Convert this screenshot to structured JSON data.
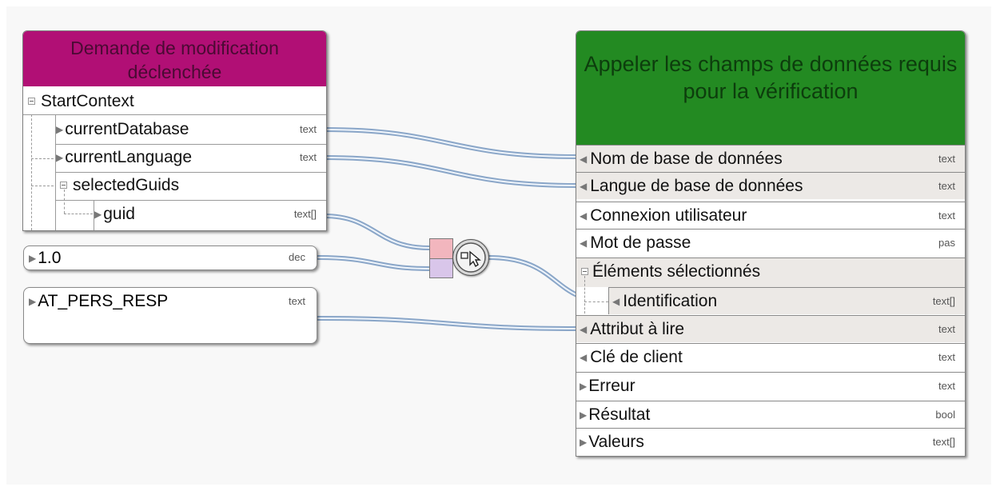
{
  "start_node": {
    "title": "Demande de modification déclenchée",
    "header_color": "#b10f75",
    "context": "StartContext",
    "fields": [
      {
        "label": "currentDatabase",
        "type": "text"
      },
      {
        "label": "currentLanguage",
        "type": "text"
      },
      {
        "label": "selectedGuids",
        "type": ""
      },
      {
        "label": "guid",
        "type": "text[]"
      }
    ]
  },
  "constants": [
    {
      "value": "1.0",
      "type": "dec"
    },
    {
      "value": "AT_PERS_RESP",
      "type": "text"
    }
  ],
  "function_icon": "cursor-select-icon",
  "target_node": {
    "title": "Appeler les champs de données requis pour la vérification",
    "header_color": "#238a22",
    "fields": [
      {
        "label": "Nom de base de données",
        "type": "text"
      },
      {
        "label": "Langue de base de données",
        "type": "text"
      },
      {
        "label": "Connexion utilisateur",
        "type": "text"
      },
      {
        "label": "Mot de passe",
        "type": "pas"
      },
      {
        "label": "Éléments sélectionnés",
        "type": ""
      },
      {
        "label": "Identification",
        "type": "text[]"
      },
      {
        "label": "Attribut à lire",
        "type": "text"
      },
      {
        "label": "Clé de client",
        "type": "text"
      },
      {
        "label": "Erreur",
        "type": "text"
      },
      {
        "label": "Résultat",
        "type": "bool"
      },
      {
        "label": "Valeurs",
        "type": "text[]"
      }
    ]
  }
}
